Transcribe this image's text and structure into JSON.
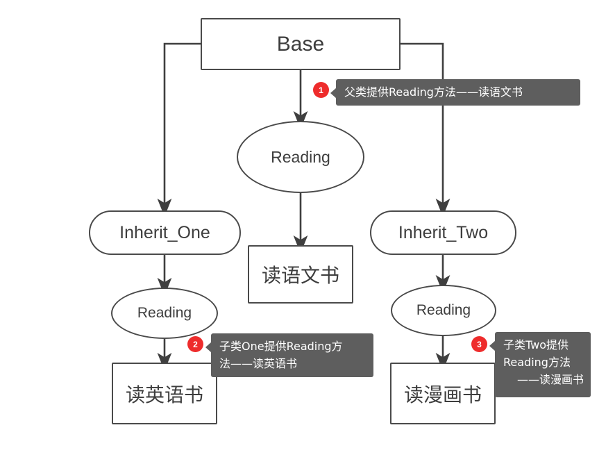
{
  "diagram": {
    "title": "Inheritance Reading method diagram",
    "colors": {
      "node_stroke": "#4a4a4a",
      "node_fill": "#ffffff",
      "edge": "#3f3f3f",
      "callout_bg": "#5e5e5e",
      "callout_text": "#ffffff",
      "badge_bg": "#ee2c2c",
      "badge_text": "#ffffff",
      "background": "#ffffff"
    },
    "nodes": {
      "base": "Base",
      "reading_base": "Reading",
      "inherit_one": "Inherit_One",
      "inherit_two": "Inherit_Two",
      "reading_one": "Reading",
      "reading_two": "Reading",
      "result_base": "读语文书",
      "result_one": "读英语书",
      "result_two": "读漫画书"
    },
    "callouts": [
      {
        "number": "1",
        "lines": [
          "父类提供Reading方法——读语文书"
        ]
      },
      {
        "number": "2",
        "lines": [
          "子类One提供Reading方",
          "法——读英语书"
        ]
      },
      {
        "number": "3",
        "lines": [
          "子类Two提供",
          "Reading方法",
          "——读漫画书"
        ]
      }
    ]
  }
}
